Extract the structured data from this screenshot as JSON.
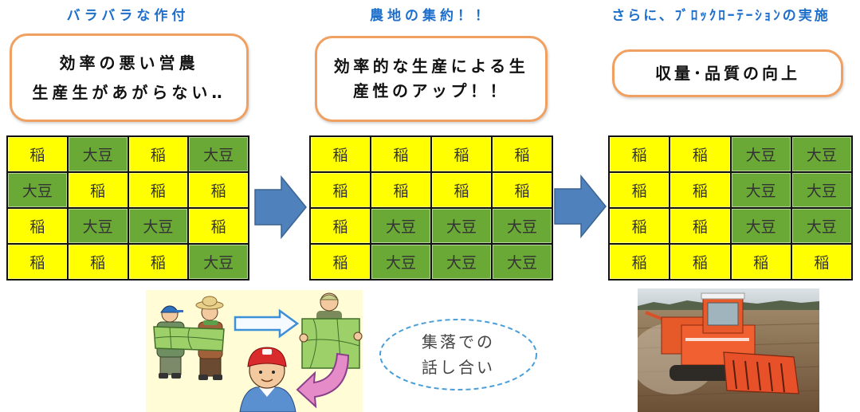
{
  "stages": [
    {
      "title": "バラバラな作付",
      "callout": [
        "効率の悪い営農",
        "生産生があがらない‥"
      ],
      "grid": [
        [
          "稲",
          "大豆",
          "稲",
          "大豆"
        ],
        [
          "大豆",
          "稲",
          "稲",
          "稲"
        ],
        [
          "稲",
          "大豆",
          "大豆",
          "稲"
        ],
        [
          "稲",
          "稲",
          "稲",
          "大豆"
        ]
      ]
    },
    {
      "title": "農地の集約！！",
      "callout": [
        "効率的な生産による生",
        "産性のアップ！！"
      ],
      "grid": [
        [
          "稲",
          "稲",
          "稲",
          "稲"
        ],
        [
          "稲",
          "稲",
          "稲",
          "稲"
        ],
        [
          "稲",
          "大豆",
          "大豆",
          "大豆"
        ],
        [
          "稲",
          "大豆",
          "大豆",
          "大豆"
        ]
      ]
    },
    {
      "title": "さらに、ﾌﾞﾛｯｸﾛｰﾃｰｼｮﾝの実施",
      "callout": [
        "収量･品質の向上"
      ],
      "grid": [
        [
          "稲",
          "稲",
          "大豆",
          "大豆"
        ],
        [
          "稲",
          "稲",
          "大豆",
          "大豆"
        ],
        [
          "稲",
          "稲",
          "大豆",
          "大豆"
        ],
        [
          "稲",
          "稲",
          "稲",
          "稲"
        ]
      ]
    }
  ],
  "discussion": [
    "集落での",
    "話し合い"
  ],
  "crop_colors": {
    "稲": "#FFFF00",
    "大豆": "#6AA936"
  },
  "colors": {
    "title_text": "#1E6FCC",
    "callout_border": "#F0A060",
    "arrow_fill": "#4F81BD",
    "arrow_outline": "#3A6390",
    "discussion_outline": "#4A9FDA",
    "grid_line": "#111111"
  },
  "icons": {
    "stage_arrow": "right-arrow-icon",
    "meeting_illustration": "farmers-meeting-illustration",
    "harvest_photo": "combine-harvester-photo"
  }
}
